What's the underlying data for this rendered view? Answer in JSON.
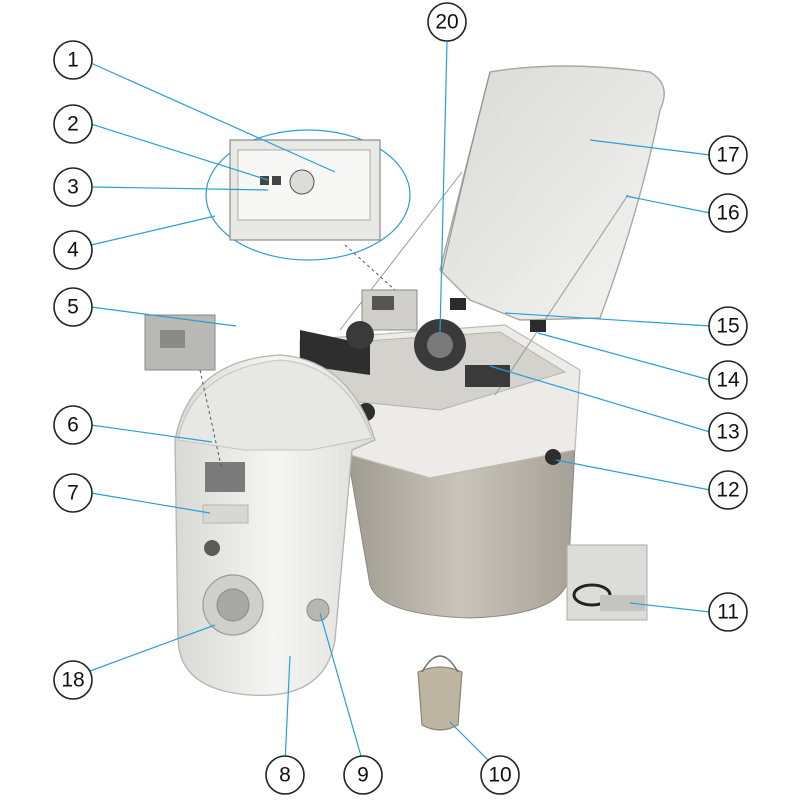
{
  "callouts": [
    {
      "id": "1",
      "label": "1"
    },
    {
      "id": "2",
      "label": "2"
    },
    {
      "id": "3",
      "label": "3"
    },
    {
      "id": "4",
      "label": "4"
    },
    {
      "id": "5",
      "label": "5"
    },
    {
      "id": "6",
      "label": "6"
    },
    {
      "id": "7",
      "label": "7"
    },
    {
      "id": "8",
      "label": "8"
    },
    {
      "id": "9",
      "label": "9"
    },
    {
      "id": "10",
      "label": "10"
    },
    {
      "id": "11",
      "label": "11"
    },
    {
      "id": "12",
      "label": "12"
    },
    {
      "id": "13",
      "label": "13"
    },
    {
      "id": "14",
      "label": "14"
    },
    {
      "id": "15",
      "label": "15"
    },
    {
      "id": "16",
      "label": "16"
    },
    {
      "id": "17",
      "label": "17"
    },
    {
      "id": "18",
      "label": "18"
    },
    {
      "id": "20",
      "label": "20"
    }
  ],
  "colors": {
    "leader_line": "#2a9fd6",
    "tank_body": "#b9b4aa",
    "housing_white": "#efefec",
    "lid_grey": "#e6e6e4"
  }
}
